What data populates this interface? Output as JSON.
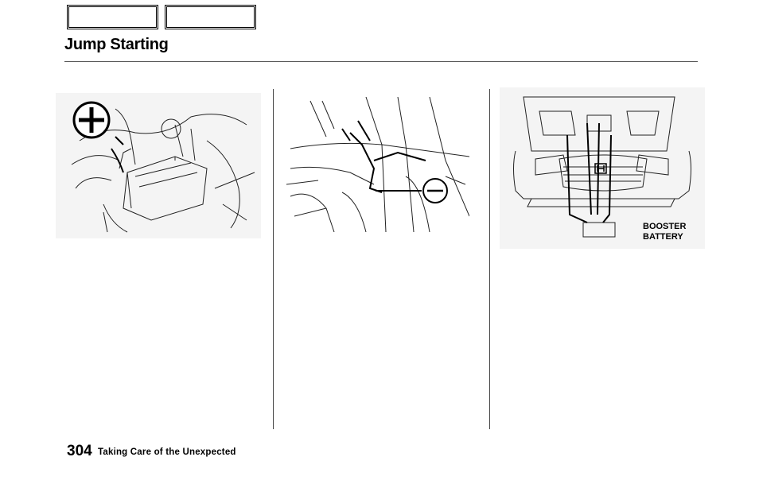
{
  "header": {
    "nav_buttons": [
      {
        "label": ""
      },
      {
        "label": ""
      }
    ],
    "title": "Jump Starting"
  },
  "figures": {
    "positive_terminal": {
      "sign": "+"
    },
    "negative_ground": {
      "sign": "—"
    },
    "booster": {
      "label": "BOOSTER\nBATTERY"
    }
  },
  "footer": {
    "page_number": "304",
    "section_title": "Taking Care of the Unexpected"
  }
}
